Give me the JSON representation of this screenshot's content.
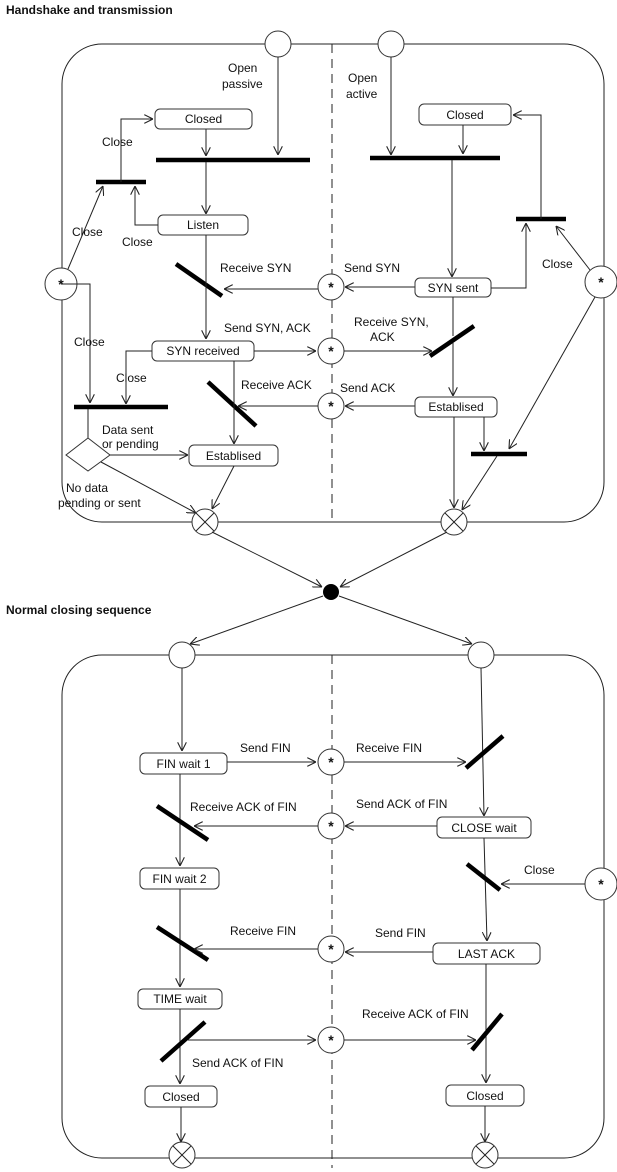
{
  "titles": {
    "handshake": "Handshake and transmission",
    "closing": "Normal closing sequence"
  },
  "states": {
    "closed_left": "Closed",
    "listen": "Listen",
    "syn_received": "SYN received",
    "established_left": "Establised",
    "closed_right": "Closed",
    "syn_sent": "SYN sent",
    "established_right": "Establised",
    "fin_wait_1": "FIN wait 1",
    "fin_wait_2": "FIN wait 2",
    "time_wait": "TIME wait",
    "closed_bottom_left": "Closed",
    "close_wait": "CLOSE wait",
    "last_ack": "LAST ACK",
    "closed_bottom_right": "Closed"
  },
  "labels": {
    "open_passive_1": "Open",
    "open_passive_2": "passive",
    "open_active_1": "Open",
    "open_active_2": "active",
    "close_a": "Close",
    "close_b": "Close",
    "close_c": "Close",
    "close_d": "Close",
    "close_e": "Close",
    "close_right": "Close",
    "receive_syn": "Receive SYN",
    "send_syn": "Send SYN",
    "send_syn_ack": "Send SYN, ACK",
    "receive_syn_ack_1": "Receive SYN,",
    "receive_syn_ack_2": "ACK",
    "receive_ack": "Receive  ACK",
    "send_ack": "Send  ACK",
    "data_sent_1": "Data sent",
    "data_sent_2": "or pending",
    "no_data_1": "No data",
    "no_data_2": "pending or sent",
    "send_fin_1": "Send FIN",
    "receive_fin_1": "Receive FIN",
    "receive_ack_of_fin_1": "Receive ACK of FIN",
    "send_ack_of_fin_1": "Send ACK of FIN",
    "close_bottom": "Close",
    "receive_fin_2": "Receive  FIN",
    "send_fin_2": "Send FIN",
    "receive_ack_of_fin_2": "Receive ACK of FIN",
    "send_ack_of_fin_2": "Send ACK of FIN"
  },
  "markers": {
    "event": "*"
  }
}
